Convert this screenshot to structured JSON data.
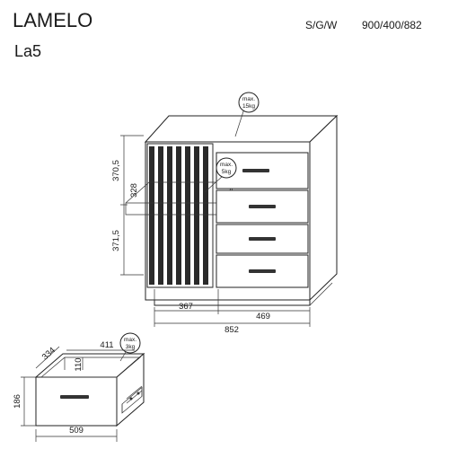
{
  "header": {
    "product_name": "LAMELO",
    "model_code": "La5",
    "dimensions_label": "S/G/W",
    "dimensions_value": "900/400/882"
  },
  "cabinet": {
    "load_top": [
      "max.",
      "15kg"
    ],
    "load_shelf": [
      "max.",
      "5kg"
    ],
    "dim_upper_height": "370,5",
    "dim_lower_height": "371,5",
    "dim_shelf_depth": "328",
    "dim_door_width": "367",
    "dim_drawer_width": "469",
    "dim_total_width": "852"
  },
  "drawer": {
    "load": [
      "max.",
      "3kg"
    ],
    "dim_depth": "334",
    "dim_inner_width": "411",
    "dim_inner_height": "110",
    "dim_height": "186",
    "dim_width": "509"
  }
}
